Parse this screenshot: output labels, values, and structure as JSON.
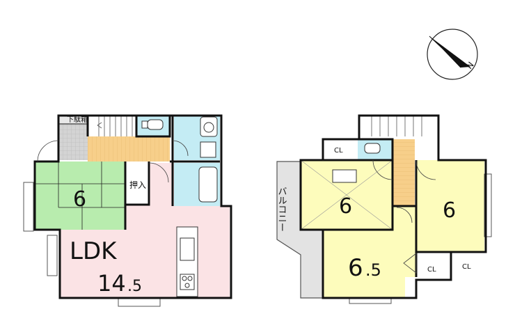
{
  "colors": {
    "tatami": "#b8ecae",
    "ldk": "#fbe3e5",
    "wet": "#c4ecf4",
    "bedroom": "#fdfcbc",
    "corridor": "#f7cf8a",
    "balcony": "#e3e3e3",
    "entrance": "#d8d8d8",
    "wall": "#111111"
  },
  "compass": {
    "north_label": "N"
  },
  "floor1": {
    "shoe_box_label": "下駄箱",
    "tatami_room_size": "6",
    "closet_label": "押入",
    "ldk_label": "LDK",
    "ldk_size_main": "14",
    "ldk_size_frac": ".5"
  },
  "floor2": {
    "cl_top_label": "CL",
    "balcony_label": "バルコニー",
    "room_left_size": "6",
    "room_right_size": "6",
    "room_bottom_size_main": "6",
    "room_bottom_size_frac": ".5",
    "cl_mid_label": "CL",
    "cl_right_label": "CL"
  }
}
